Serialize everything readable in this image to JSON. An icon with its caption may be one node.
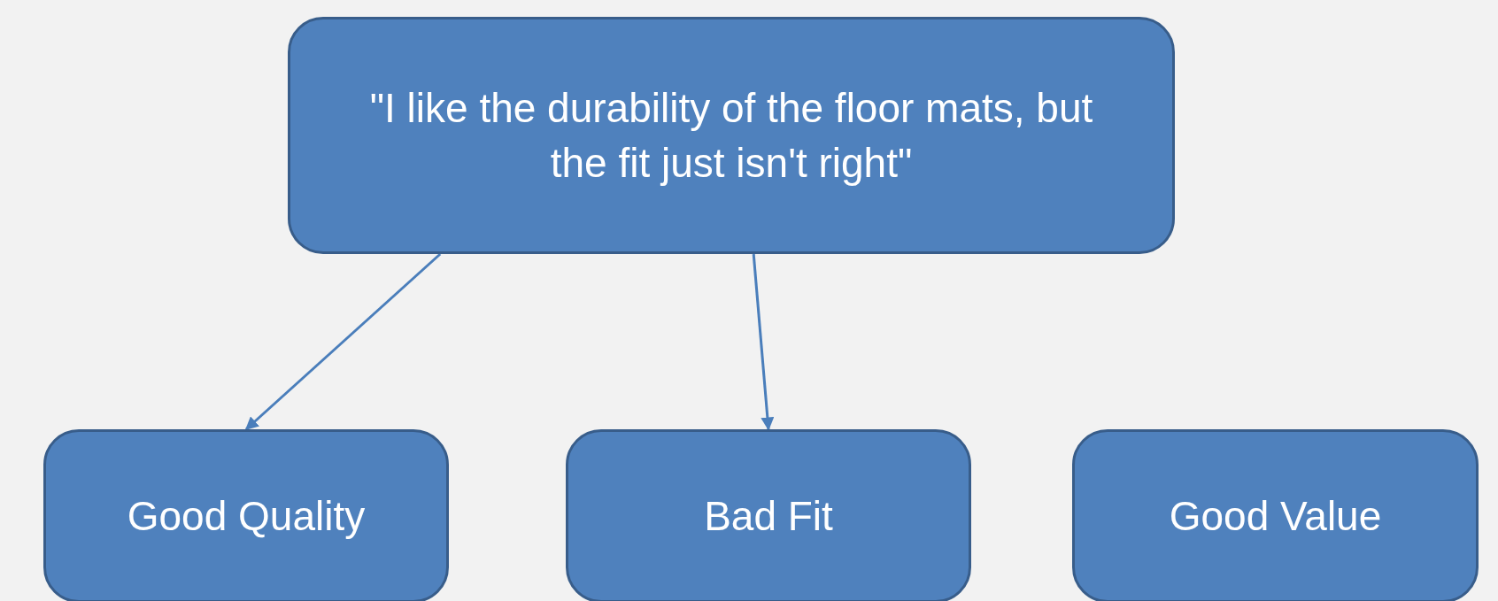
{
  "diagram": {
    "nodes": [
      {
        "text": [
          "\"I like the durability of the floor mats, but the fit just isn't right\""
        ]
      },
      {
        "text": [
          "Good Quality"
        ]
      },
      {
        "text": [
          "Bad Fit"
        ]
      },
      {
        "text": [
          "Good Value"
        ]
      }
    ],
    "edges": [
      {
        "from": 0,
        "to": 1,
        "arrow": "to"
      },
      {
        "from": 0,
        "to": 2,
        "arrow": "to"
      }
    ]
  }
}
